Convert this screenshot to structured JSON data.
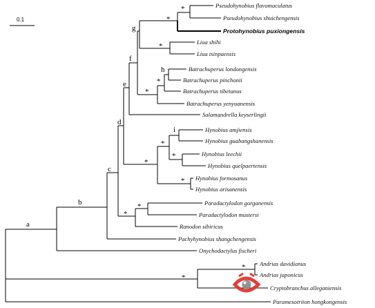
{
  "scale_bar": {
    "label": "0.1"
  },
  "taxa": {
    "pseudohynobius_flavomaculatus": "Pseudohynobius flavomaculatus",
    "pseudohynobius_shuichengensis": "Pseudohynobius shuichengensis",
    "protohynobius_puxiongensis": "Protohynobius puxiongensis",
    "liua_shihi": "Liua shihi",
    "liua_tsinpaensis": "Liua tsinpaensis",
    "batrachuperus_londongensis": "Batrachuperus londongensis",
    "batrachuperus_pinchonii": "Batrachuperus pinchonii",
    "batrachuperus_tibetanus": "Batrachuperus tibetanus",
    "batrachuperus_yenyuanensis": "Batrachuperus yenyuanensis",
    "salamandrella_keyserlingii": "Salamandrella keyserlingii",
    "hynobius_amjiensis": "Hynobius amjiensis",
    "hynobius_guabangshanensis": "Hynobius guabangshanensis",
    "hynobius_leechii": "Hynobius leechii",
    "hynobius_quelpaertensis": "Hynobius quelpaertensis",
    "hynobius_formosanus": "Hynobius formosanus",
    "hynobius_arisanensis": "Hynobius arisanensis",
    "paradactylodon_gorganensis": "Paradactylodon gorganensis",
    "paradactylodon_mustersi": "Paradactylodon mustersi",
    "ranodon_sibiricus": "Ranodon sibiricus",
    "pachyhynobius_shangchengensis": "Pachyhynobius shangchengensis",
    "onychodactylus_fischeri": "Onychodactylus fischeri",
    "andrias_davidianus": "Andrias davidianus",
    "andrias_japonicus": "Andrias japonicus",
    "cryptobranchus_alleganiensis": "Cryptobranchus alleganiensis",
    "paramesotriton_hongkongensis": "Paramesotriton hongkongensis"
  },
  "node_labels": {
    "a": "a",
    "b": "b",
    "c": "c",
    "d": "d",
    "e": "e",
    "f": "f",
    "g": "g",
    "h": "h",
    "i": "i"
  },
  "support_marker": "*",
  "colors": {
    "line": "#000000",
    "watermark_red": "#e0312b",
    "watermark_grey": "#8a8a8a"
  }
}
